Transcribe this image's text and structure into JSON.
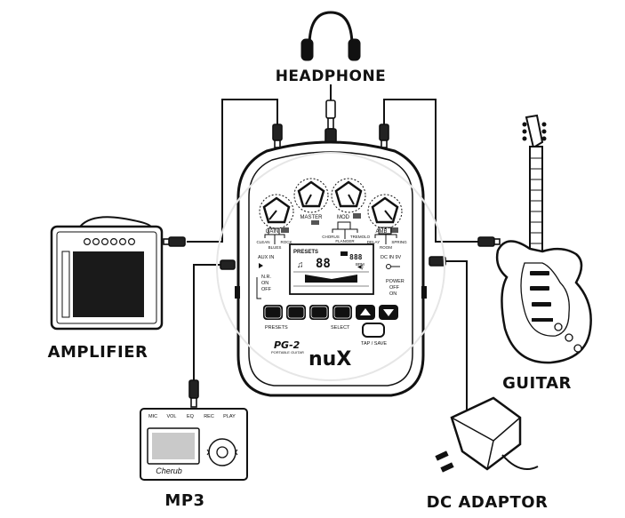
{
  "labels": {
    "headphone": "HEADPHONE",
    "amplifier": "AMPLIFIER",
    "guitar": "GUITAR",
    "mp3": "MP3",
    "dc_adaptor": "DC ADAPTOR"
  },
  "device": {
    "model": "PG-2",
    "model_sub": "PORTABLE GUITAR",
    "brand": "nuX",
    "knobs": {
      "gain": "GAIN",
      "master": "MASTER",
      "mod": "MOD",
      "amb": "AMB"
    },
    "gain_options": [
      "CLEAN",
      "BLUES",
      "ROCK"
    ],
    "mod_options": [
      "CHORUS",
      "FLANGER",
      "TREMOLO"
    ],
    "amb_options": [
      "DELAY",
      "ROOM",
      "SPRING"
    ],
    "display": {
      "presets": "PRESETS",
      "digits": "88",
      "bpm": "888",
      "bpm_unit": "BPM"
    },
    "aux_in": "AUX IN",
    "nr_options": [
      "N.R.",
      "ON",
      "OFF"
    ],
    "dc_in": "DC IN 9V",
    "power_options": [
      "POWER",
      "OFF",
      "ON"
    ],
    "presets_label": "PRESETS",
    "select_label": "SELECT",
    "tap_save": "TAP / SAVE"
  },
  "mp3_player": {
    "top_buttons": [
      "MIC",
      "VOL",
      "EQ",
      "REC",
      "PLAY"
    ],
    "brand": "Cherub"
  }
}
